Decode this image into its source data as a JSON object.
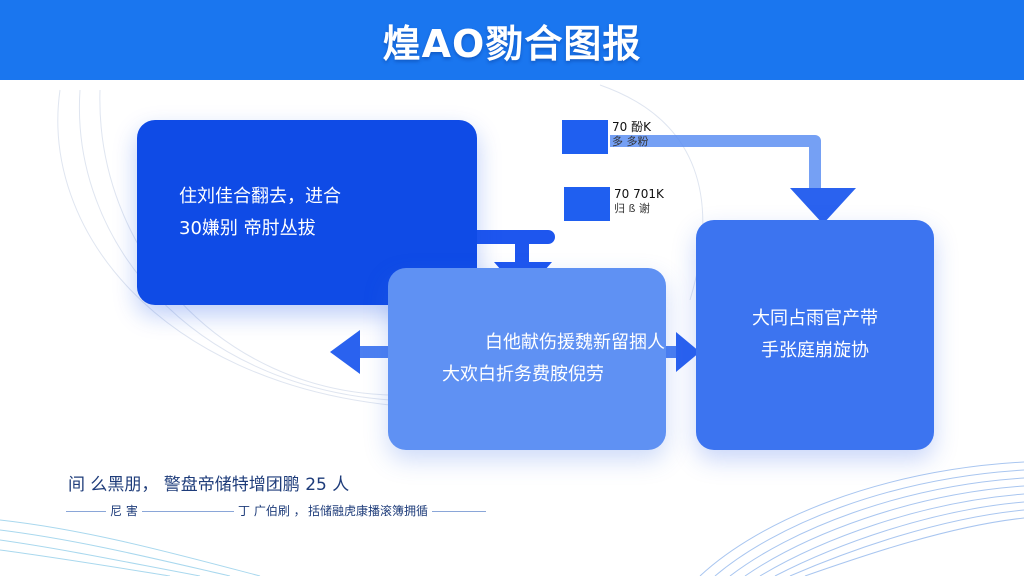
{
  "header": {
    "title": "煌AO勠合图报"
  },
  "nodes": {
    "left": {
      "line1": "住刘佳合翻去，进合",
      "line2": "30嫌别 帝肘丛拔"
    },
    "center": {
      "line1": "白他献伤援魏新留捆人",
      "line2": "大欢白折务费胺倪劳"
    },
    "right": {
      "line1": "大同占雨官产带",
      "line2": "手张庭崩旋协"
    }
  },
  "metrics": [
    {
      "value": "70 酚K",
      "label": "多 多粉"
    },
    {
      "value": "70 701K",
      "label": "归 ß 谢"
    }
  ],
  "footer": {
    "line1": "间 么黑朋，  警盘帝储特增团鹏  25 人",
    "line2": {
      "a": "尼  害",
      "b": "丁 广伯刷 ，",
      "c": "括储融虎康播滚簿拥循"
    }
  },
  "colors": {
    "header": "#1a76ef",
    "node_left": "#0f4be6",
    "node_center": "#5f91f3",
    "node_right": "#3c74f0",
    "arrow": "#2a62ef"
  }
}
